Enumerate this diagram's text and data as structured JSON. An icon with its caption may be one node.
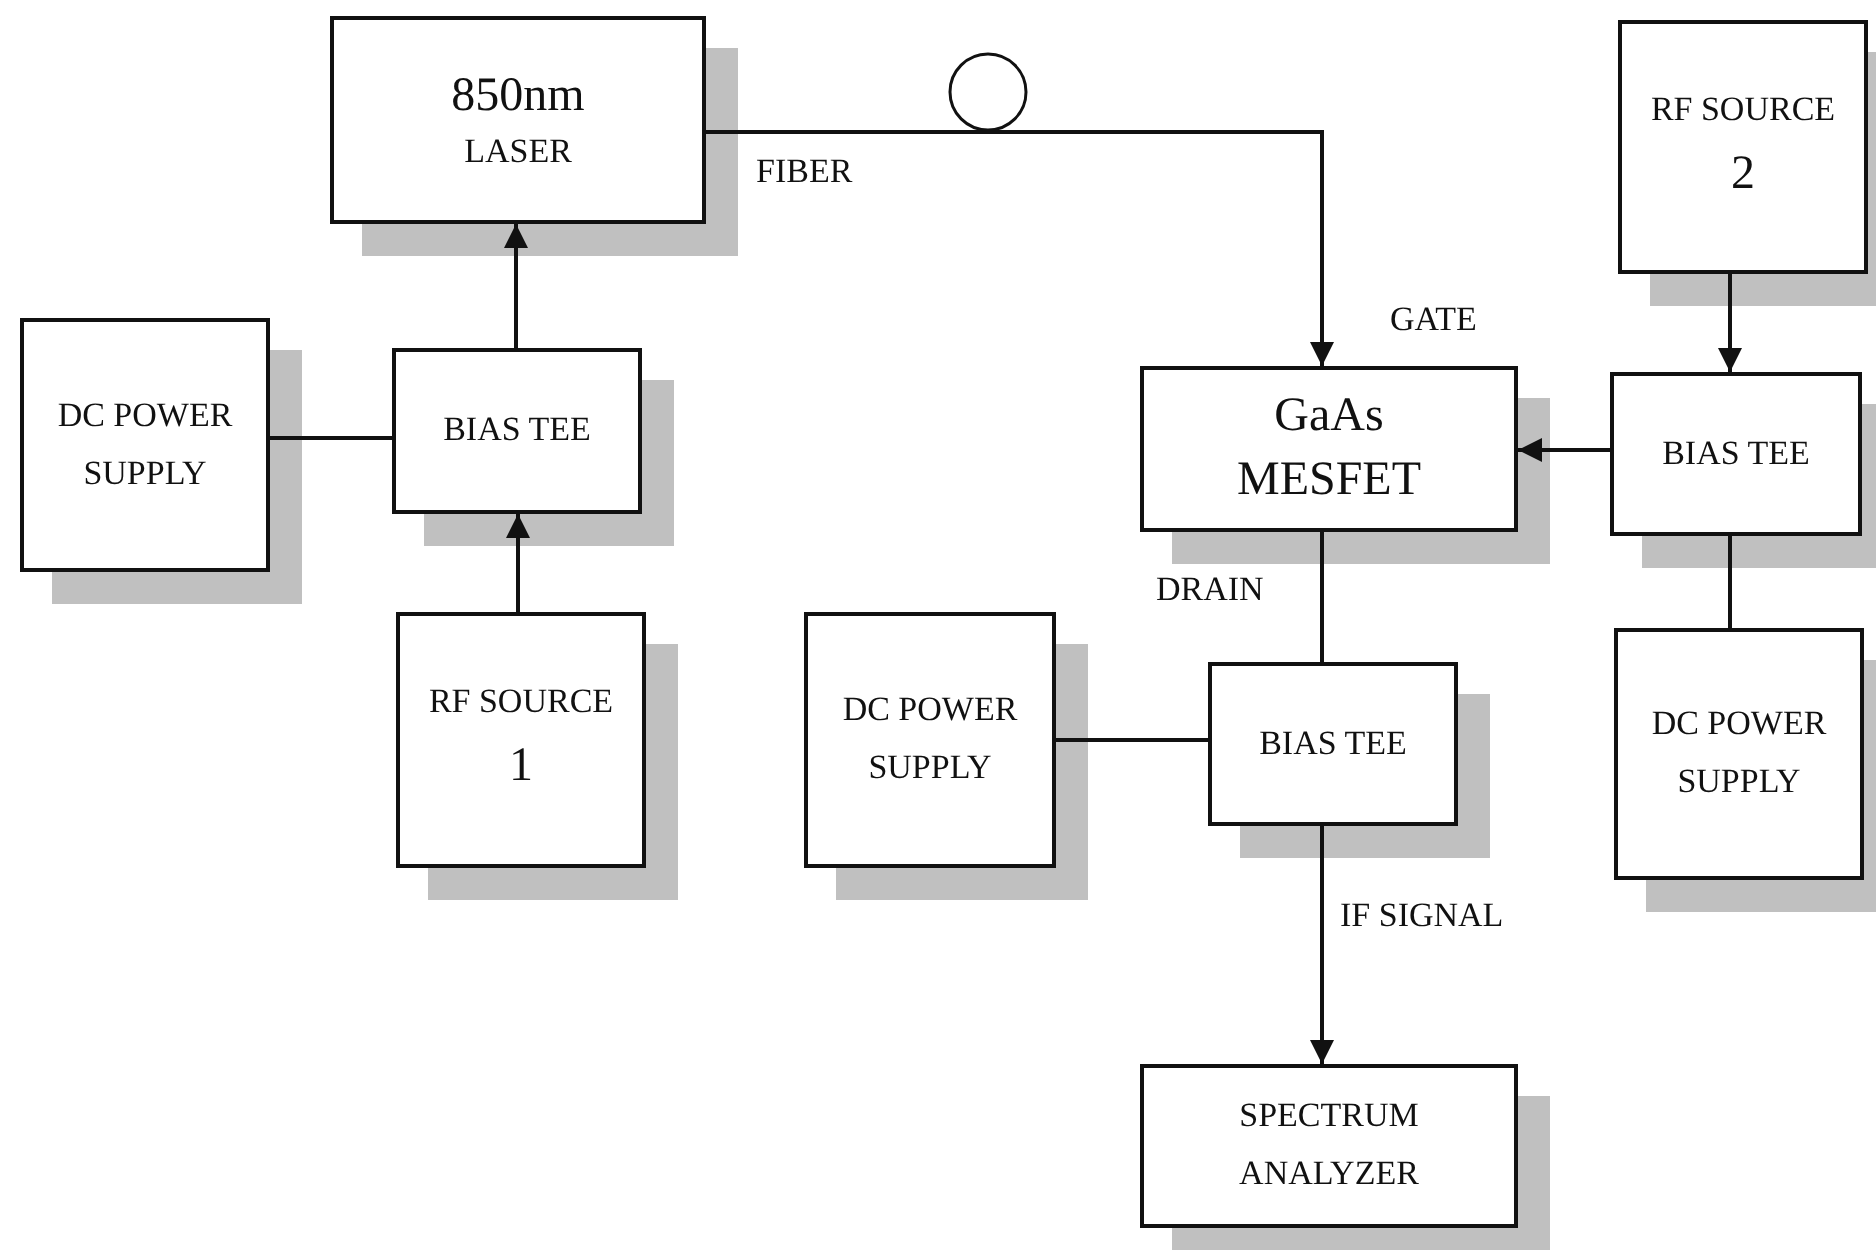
{
  "diagram": {
    "nodes": [
      {
        "text": [
          "850nm",
          "LASER"
        ]
      },
      {
        "text": [
          "DC POWER SUPPLY"
        ]
      },
      {
        "text": [
          "BIAS TEE"
        ]
      },
      {
        "text": [
          "RF SOURCE",
          "1"
        ]
      },
      {
        "text": [
          "GaAs MESFET"
        ]
      },
      {
        "text": [
          "RF SOURCE",
          "2"
        ]
      },
      {
        "text": [
          "BIAS TEE"
        ]
      },
      {
        "text": [
          "DC POWER SUPPLY"
        ]
      },
      {
        "text": [
          "DC POWER SUPPLY"
        ]
      },
      {
        "text": [
          "BIAS TEE"
        ]
      },
      {
        "text": [
          "SPECTRUM ANALYZER"
        ]
      }
    ],
    "edges": [
      {
        "from": 0,
        "to": 4,
        "arrow": "to",
        "label": "FIBER"
      },
      {
        "from": 2,
        "to": 0,
        "arrow": "to"
      },
      {
        "from": 1,
        "to": 2,
        "arrow": "none"
      },
      {
        "from": 3,
        "to": 2,
        "arrow": "to"
      },
      {
        "from": 5,
        "to": 6,
        "arrow": "to"
      },
      {
        "from": 6,
        "to": 4,
        "arrow": "to"
      },
      {
        "from": 6,
        "to": 7,
        "arrow": "none"
      },
      {
        "from": 4,
        "to": 9,
        "arrow": "none"
      },
      {
        "from": 8,
        "to": 9,
        "arrow": "none"
      },
      {
        "from": 9,
        "to": 10,
        "arrow": "to",
        "label": "IF SIGNAL"
      }
    ],
    "labels": [
      "GATE",
      "DRAIN"
    ]
  }
}
